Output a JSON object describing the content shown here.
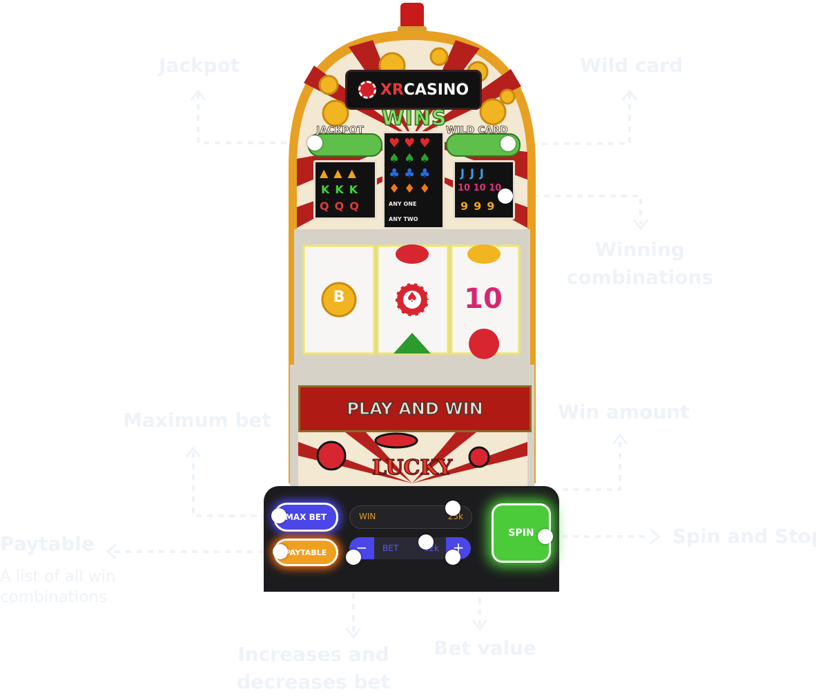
{
  "annotations": {
    "jackpot": "Jackpot",
    "wild_card": "Wild card",
    "winning_combinations": "Winning combinations",
    "maximum_bet": "Maximum bet",
    "win_amount": "Win amount",
    "paytable": "Paytable",
    "paytable_sub": "A list of all win combinations",
    "spin_and_stop": "Spin and Stop",
    "increases_decreases": "Increases and decreases bet",
    "bet_value": "Bet value"
  },
  "machine": {
    "brand_xr": "XR",
    "brand_casino": "CASINO",
    "wins_title": "WINS",
    "jackpot_label": "JACKPOT",
    "wild_card_label": "WILD CARD",
    "any_one": "ANY ONE",
    "any_two": "ANY TWO",
    "play_and_win": "PLAY AND WIN",
    "lucky": "LUCKY",
    "reel_symbols": [
      "B",
      "♠",
      "10"
    ]
  },
  "controls": {
    "max_bet_label": "MAX BET",
    "paytable_label": "PAYTABLE",
    "win_label": "WIN",
    "win_value": "25k",
    "bet_label": "BET",
    "bet_value": "12k",
    "minus_label": "−",
    "plus_label": "+",
    "spin_label": "SPIN"
  },
  "colors": {
    "annotation_text": "#eef3f8",
    "max_bet": "#4a46e8",
    "paytable": "#f0a020",
    "spin": "#4ccb3a",
    "win_text": "#e79a20",
    "bet_text": "#5a57f0"
  }
}
